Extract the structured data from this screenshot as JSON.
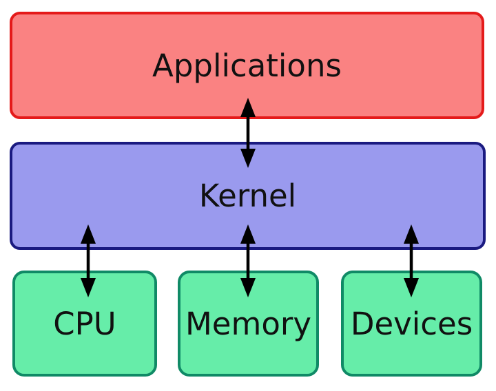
{
  "diagram": {
    "description": "Operating system architecture diagram",
    "nodes": {
      "applications": {
        "label": "Applications",
        "layer": "software"
      },
      "kernel": {
        "label": "Kernel",
        "layer": "os"
      },
      "cpu": {
        "label": "CPU",
        "layer": "hardware"
      },
      "memory": {
        "label": "Memory",
        "layer": "hardware"
      },
      "devices": {
        "label": "Devices",
        "layer": "hardware"
      }
    },
    "connections": [
      {
        "from": "applications",
        "to": "kernel",
        "bidirectional": true
      },
      {
        "from": "kernel",
        "to": "cpu",
        "bidirectional": true
      },
      {
        "from": "kernel",
        "to": "memory",
        "bidirectional": true
      },
      {
        "from": "kernel",
        "to": "devices",
        "bidirectional": true
      }
    ],
    "colors": {
      "applications_fill": "#FA8282",
      "applications_border": "#E41A1A",
      "kernel_fill": "#9A9AEE",
      "kernel_border": "#1A1A80",
      "hardware_fill": "#66EDA9",
      "hardware_border": "#108A66",
      "arrow": "#000000",
      "text": "#111111",
      "background": "#FFFFFF"
    }
  }
}
